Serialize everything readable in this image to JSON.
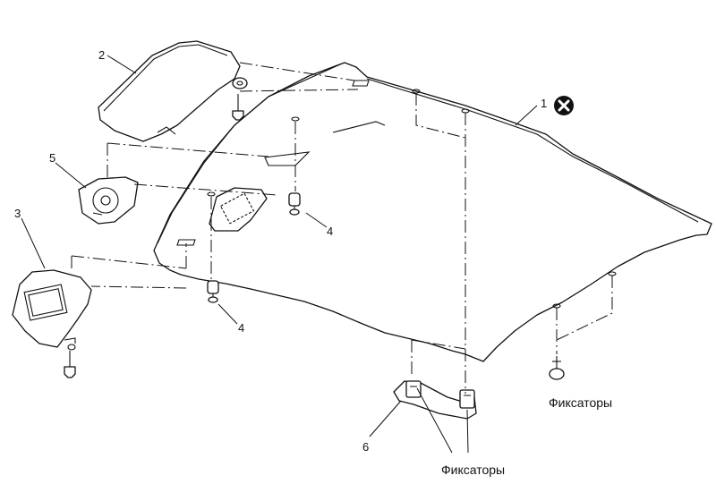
{
  "callouts": {
    "headliner": "1",
    "sun_visor_right": "2",
    "sun_visor_left": "3",
    "clip_upper": "4",
    "clip_lower": "4",
    "map_light": "5",
    "assist_grip": "6"
  },
  "labels": {
    "retainers_right": "Фиксаторы",
    "retainers_bottom": "Фиксаторы"
  },
  "icons": {
    "reuse_symbol": "do-not-reuse-icon"
  }
}
